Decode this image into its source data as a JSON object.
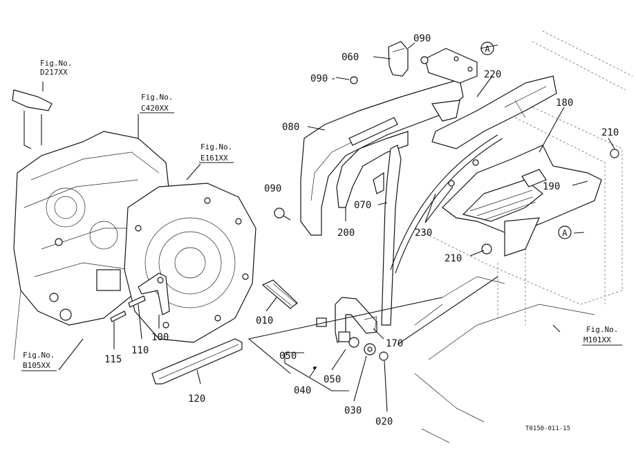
{
  "figure_refs": [
    {
      "prefix": "Fig.No.",
      "code": "D217XX"
    },
    {
      "prefix": "Fig.No.",
      "code": "C420XX"
    },
    {
      "prefix": "Fig.No.",
      "code": "E161XX"
    },
    {
      "prefix": "Fig.No.",
      "code": "B105XX"
    },
    {
      "prefix": "Fig.No.",
      "code": "M101XX"
    }
  ],
  "callouts": {
    "c060": "060",
    "c090a": "090",
    "c090b": "090",
    "c090c": "090",
    "c220": "220",
    "c080": "080",
    "c180": "180",
    "c210a": "210",
    "c210b": "210",
    "c190": "190",
    "c070": "070",
    "c200": "200",
    "c230": "230",
    "c010": "010",
    "c100": "100",
    "c110": "110",
    "c115": "115",
    "c120": "120",
    "c050a": "050",
    "c050b": "050",
    "c040": "040",
    "c030": "030",
    "c020": "020",
    "c170": "170"
  },
  "ref_marks": {
    "a1": "A",
    "a2": "A"
  },
  "drawing_code": "T0150-011-15"
}
